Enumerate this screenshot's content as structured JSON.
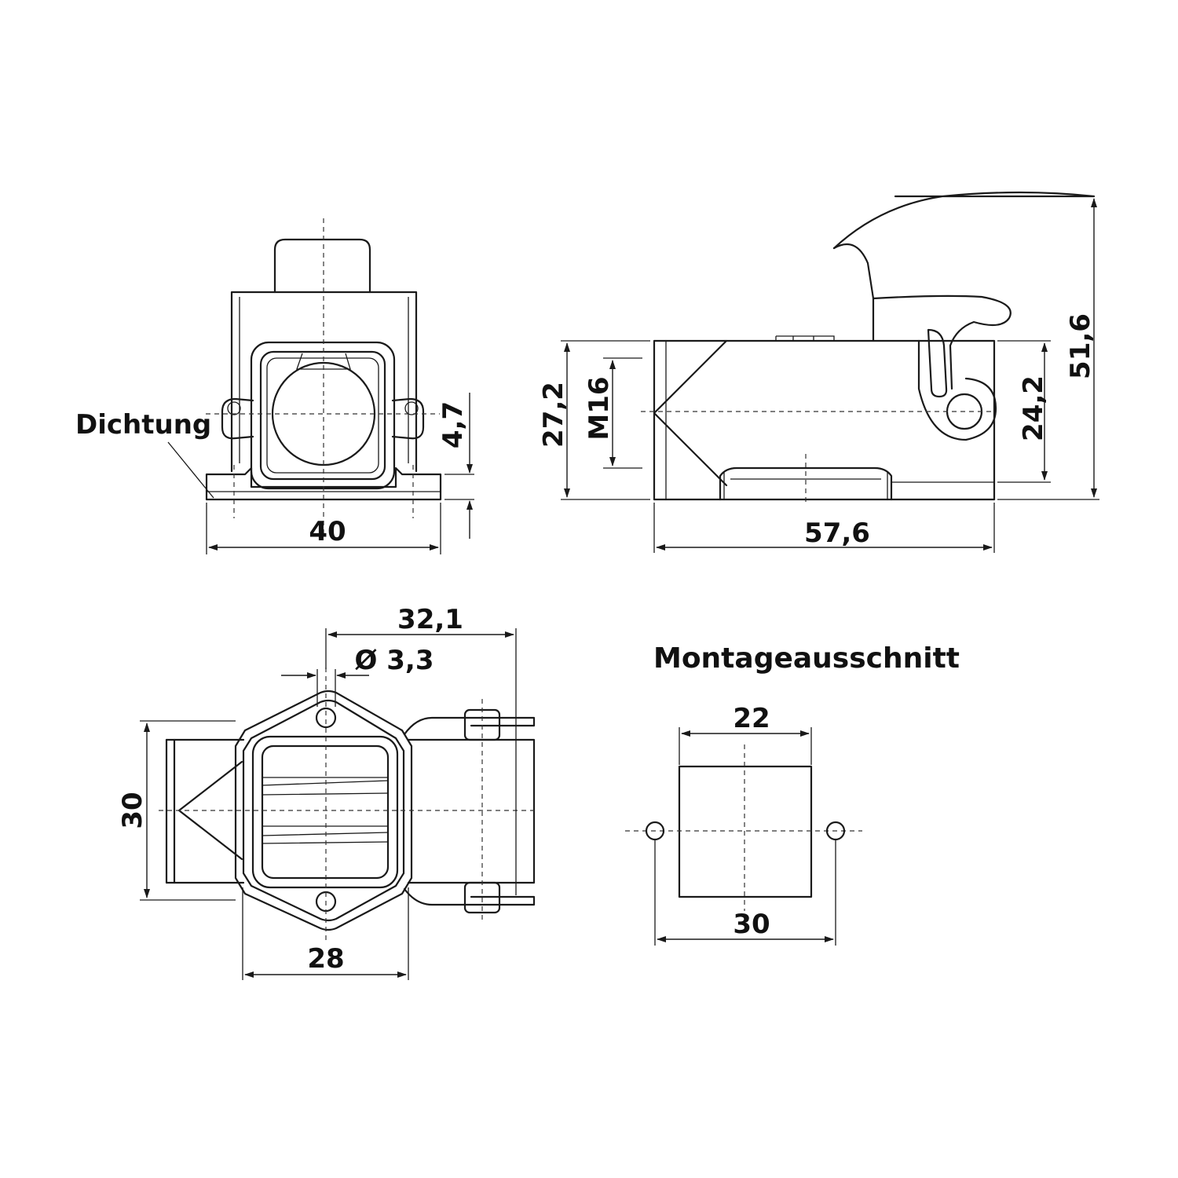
{
  "labels": {
    "seal": "Dichtung",
    "width_front": "40",
    "flange_height": "4,7",
    "height_side": "27,2",
    "thread": "M16",
    "height_inner": "24,2",
    "height_total": "51,6",
    "length_side": "57,6",
    "offset_top": "32,1",
    "hole_diameter": "Ø 3,3",
    "width_top": "30",
    "flange_width": "28",
    "cutout_title": "Montageausschnitt",
    "cutout_width": "22",
    "hole_spacing": "30"
  }
}
